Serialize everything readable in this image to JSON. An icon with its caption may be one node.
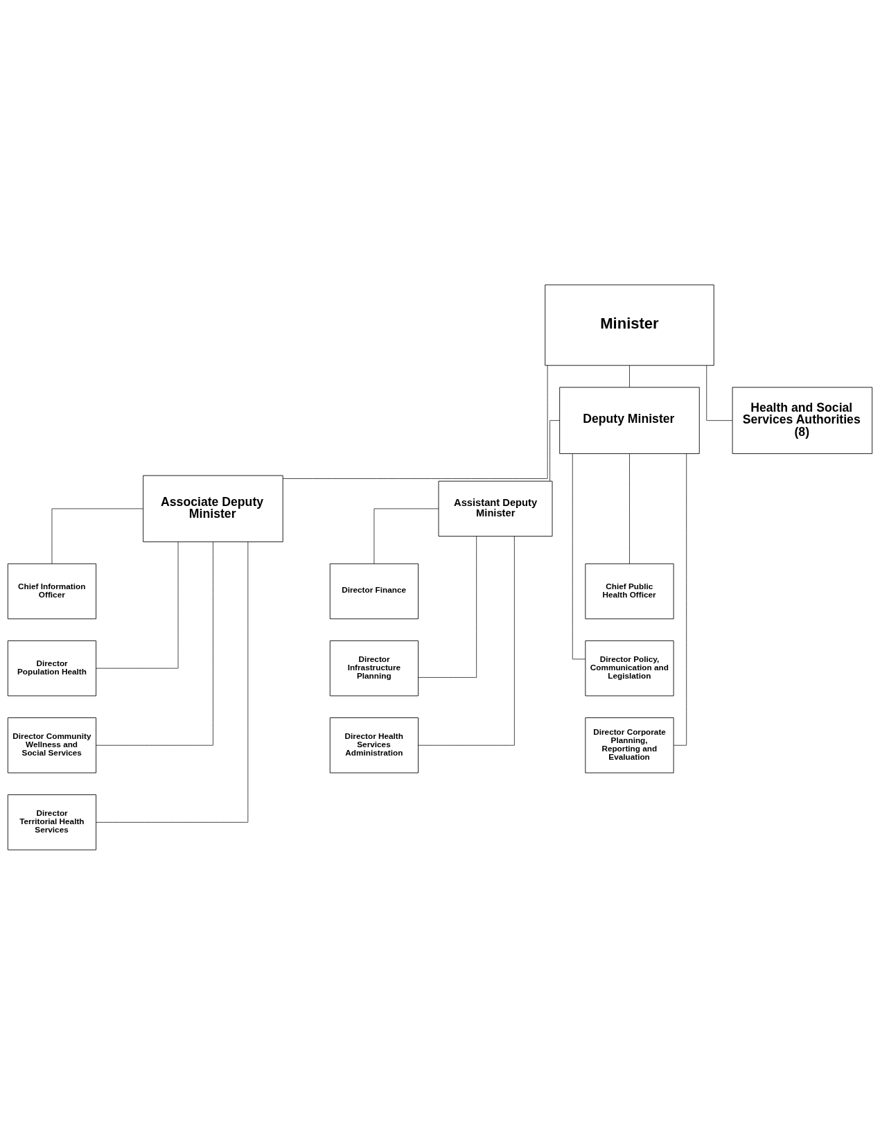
{
  "diagram": {
    "nodes": [
      {
        "text": [
          "Minister"
        ]
      },
      {
        "text": [
          "Associate Deputy Minister"
        ]
      },
      {
        "text": [
          "Deputy Minister"
        ]
      },
      {
        "text": [
          "Health and Social Services Authorities (8)"
        ]
      },
      {
        "text": [
          "Assistant Deputy Minister"
        ]
      },
      {
        "text": [
          "Chief Information Officer"
        ]
      },
      {
        "text": [
          "Director Finance"
        ]
      },
      {
        "text": [
          "Chief Public Health Officer"
        ]
      },
      {
        "text": [
          "Director Population Health"
        ]
      },
      {
        "text": [
          "Director Infrastructure Planning"
        ]
      },
      {
        "text": [
          "Director Policy, Communication and Legislation"
        ]
      },
      {
        "text": [
          "Director Community Wellness and Social Services"
        ]
      },
      {
        "text": [
          "Director Health Services Administration"
        ]
      },
      {
        "text": [
          "Director Corporate Planning, Reporting and Evaluation"
        ]
      },
      {
        "text": [
          "Director Territorial Health Services"
        ]
      }
    ],
    "edges": [
      {
        "from": 0,
        "to": 1,
        "arrow": "none"
      },
      {
        "from": 0,
        "to": 2,
        "arrow": "none"
      },
      {
        "from": 0,
        "to": 3,
        "arrow": "none"
      },
      {
        "from": 2,
        "to": 4,
        "arrow": "none"
      },
      {
        "from": 1,
        "to": 5,
        "arrow": "none"
      },
      {
        "from": 1,
        "to": 8,
        "arrow": "none"
      },
      {
        "from": 1,
        "to": 11,
        "arrow": "none"
      },
      {
        "from": 1,
        "to": 14,
        "arrow": "none"
      },
      {
        "from": 4,
        "to": 6,
        "arrow": "none"
      },
      {
        "from": 4,
        "to": 9,
        "arrow": "none"
      },
      {
        "from": 4,
        "to": 12,
        "arrow": "none"
      },
      {
        "from": 2,
        "to": 7,
        "arrow": "none"
      },
      {
        "from": 2,
        "to": 10,
        "arrow": "none"
      },
      {
        "from": 2,
        "to": 13,
        "arrow": "none"
      }
    ]
  }
}
